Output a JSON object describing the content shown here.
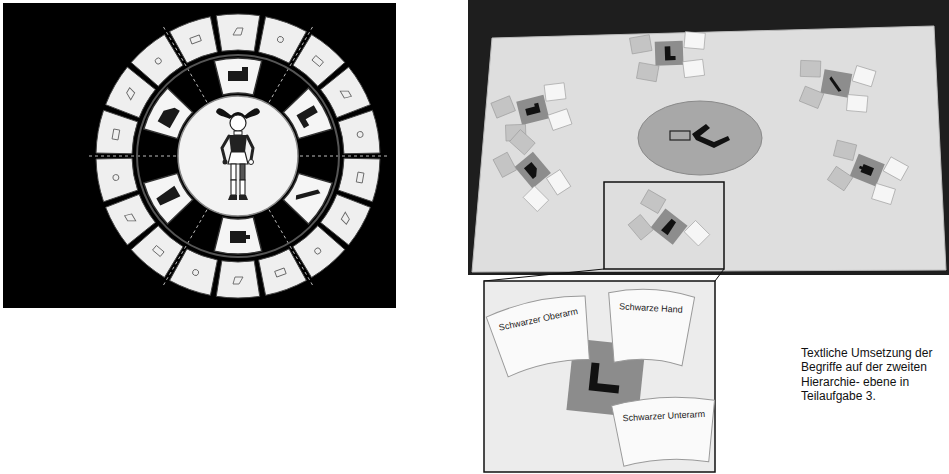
{
  "diagram": {
    "caption": "Textliche Umsetzung der Begriffe auf der zweiten Hierarchie- ebene in Teilaufgabe 3.",
    "nodes": [
      {
        "text": [
          "Schwarzer Oberarm"
        ]
      },
      {
        "text": [
          "Schwarze Hand"
        ]
      },
      {
        "text": [
          "Schwarzer Unterarm"
        ]
      }
    ]
  }
}
